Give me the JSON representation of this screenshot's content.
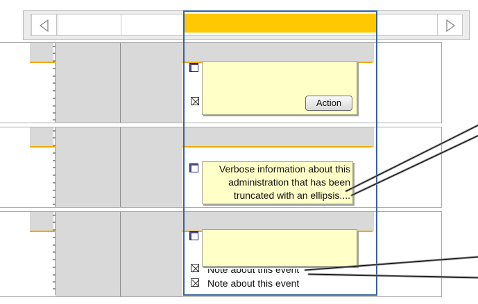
{
  "header": {
    "nav_prev": "previous",
    "nav_next": "next"
  },
  "rows": [
    {
      "id": "row-1",
      "action_label": "Action"
    },
    {
      "id": "row-2",
      "verbose_text": "Verbose information about this administration that has been truncated with an ellipsis...."
    },
    {
      "id": "row-3",
      "notes": [
        "Note about this event",
        "Note about this event"
      ]
    }
  ],
  "icons": [
    "chevron-left-icon",
    "chevron-right-icon",
    "note-icon",
    "x-checkbox-icon"
  ],
  "colors": {
    "highlight": "#ffc800",
    "selection_border": "#3262a0",
    "callout_bg": "#ffffc8",
    "grid_gray": "#d9d9d9",
    "timeline_orange": "#f0a800"
  }
}
